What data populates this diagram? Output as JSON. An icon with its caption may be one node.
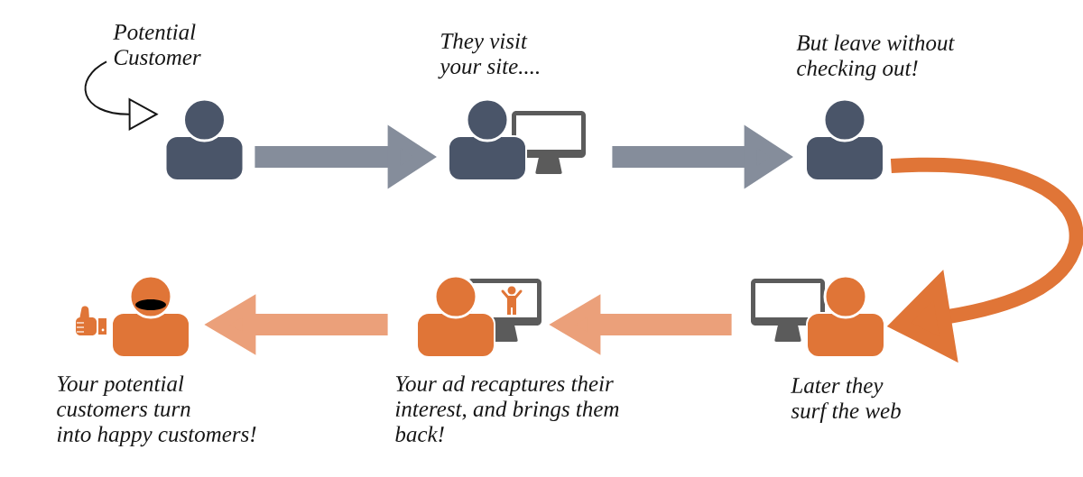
{
  "diagram": {
    "nodes": [
      {
        "text": [
          "Potential Customer"
        ]
      },
      {
        "text": [],
        "shape": "person"
      },
      {
        "text": [
          "They visit your site...."
        ]
      },
      {
        "text": [
          "But leave without checking out!"
        ]
      },
      {
        "text": [
          "Later they surf the web"
        ]
      },
      {
        "text": [
          "Your ad recaptures their interest, and brings them back!"
        ]
      },
      {
        "text": [
          "Your potential customers turn into happy customers!"
        ]
      }
    ],
    "edges": [
      {
        "from": 0,
        "to": 1,
        "arrow": "to",
        "color": "#161616"
      },
      {
        "from": 1,
        "to": 2,
        "arrow": "to",
        "color": "#858d9b"
      },
      {
        "from": 2,
        "to": 3,
        "arrow": "to",
        "color": "#858d9b"
      },
      {
        "from": 3,
        "to": 4,
        "arrow": "to",
        "color": "#e07537"
      },
      {
        "from": 4,
        "to": 5,
        "arrow": "to",
        "color": "#eba07a"
      },
      {
        "from": 5,
        "to": 6,
        "arrow": "to",
        "color": "#eba07a"
      }
    ]
  }
}
